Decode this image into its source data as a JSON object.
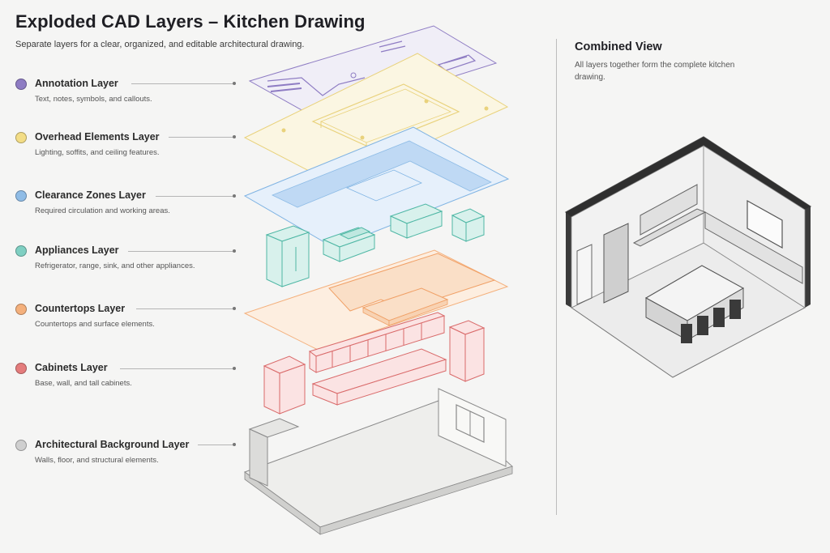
{
  "header": {
    "title": "Exploded CAD Layers – Kitchen Drawing",
    "subtitle": "Separate layers for a clear, organized, and editable architectural drawing."
  },
  "layers": [
    {
      "name": "Annotation Layer",
      "description": "Text, notes, symbols, and callouts.",
      "color": "#8e7cc3"
    },
    {
      "name": "Overhead Elements Layer",
      "description": "Lighting, soffits, and ceiling features.",
      "color": "#f3dd86"
    },
    {
      "name": "Clearance Zones Layer",
      "description": "Required circulation and working areas.",
      "color": "#8fbce6"
    },
    {
      "name": "Appliances Layer",
      "description": "Refrigerator, range, sink, and other appliances.",
      "color": "#7fcfc2"
    },
    {
      "name": "Countertops Layer",
      "description": "Countertops and surface elements.",
      "color": "#f4b07c"
    },
    {
      "name": "Cabinets Layer",
      "description": "Base, wall, and tall cabinets.",
      "color": "#e47c7c"
    },
    {
      "name": "Architectural Background Layer",
      "description": "Walls, floor, and structural elements.",
      "color": "#cfcfcf"
    }
  ],
  "combined_view": {
    "title": "Combined View",
    "description": "All layers together form the complete kitchen drawing."
  }
}
